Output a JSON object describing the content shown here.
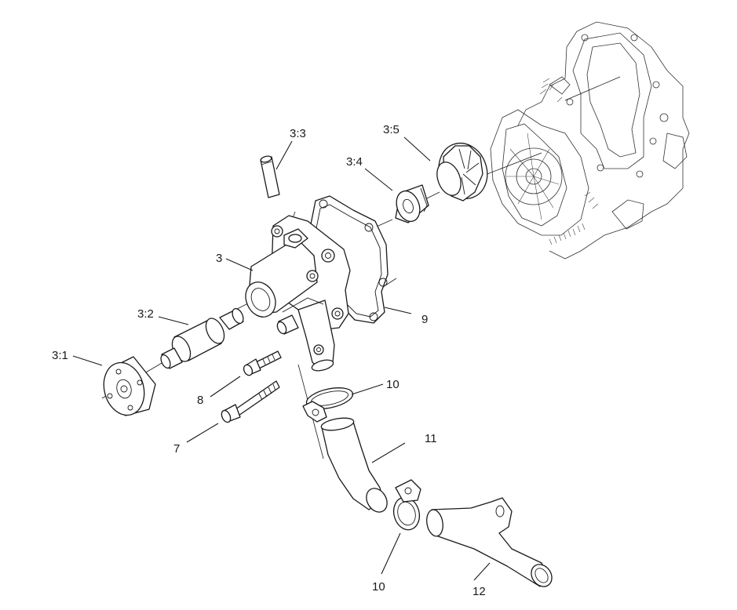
{
  "callouts": {
    "c3_3": "3:3",
    "c3_5": "3:5",
    "c3_4": "3:4",
    "c3": "3",
    "c3_2": "3:2",
    "c3_1": "3:1",
    "c9": "9",
    "c8": "8",
    "c10_top": "10",
    "c7": "7",
    "c11": "11",
    "c10_bottom": "10",
    "c12": "12"
  }
}
